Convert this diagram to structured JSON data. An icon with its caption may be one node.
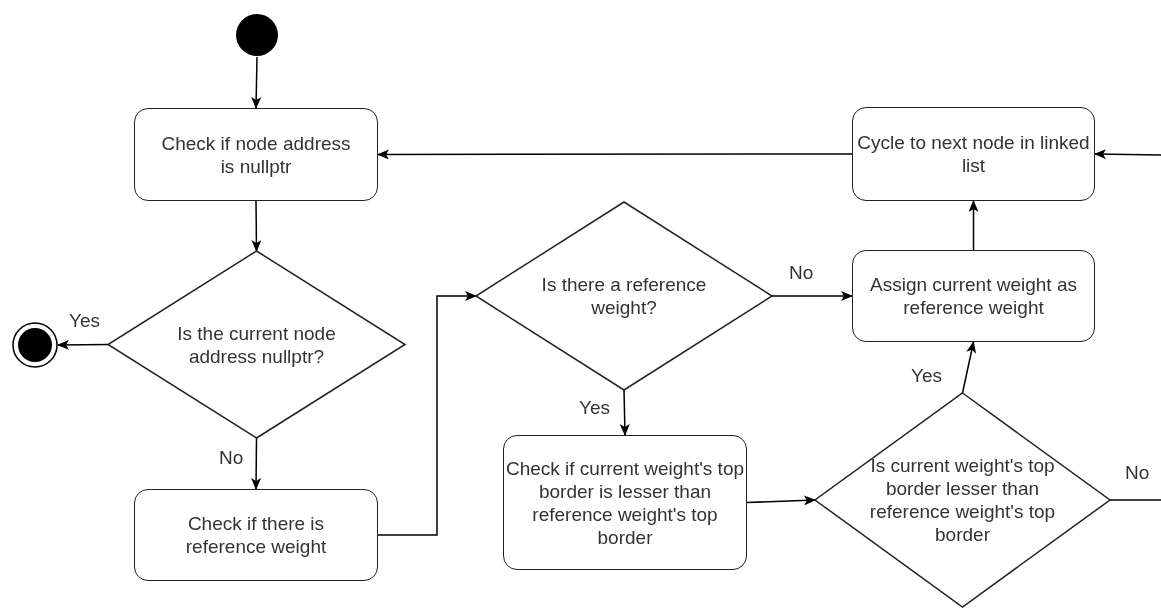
{
  "diagram": {
    "nodes": [
      {
        "text": [],
        "shape": "circle"
      },
      {
        "text": [
          "Check if node address is nullptr"
        ]
      },
      {
        "text": [
          "Is the current node address nullptr?"
        ]
      },
      {
        "text": [],
        "shape": "circle"
      },
      {
        "text": [
          "Check if there is reference weight"
        ]
      },
      {
        "text": [
          "Is there a reference weight?"
        ]
      },
      {
        "text": [
          "Check if current weight's top border is lesser than reference weight's top border"
        ]
      },
      {
        "text": [
          "Is current weight's top border lesser than reference weight's top border"
        ]
      },
      {
        "text": [
          "Assign current weight as reference weight"
        ]
      },
      {
        "text": [
          "Cycle to next node in linked list"
        ]
      }
    ],
    "edges": [
      {
        "from": 0,
        "to": 1,
        "arrow": "to"
      },
      {
        "from": 1,
        "to": 2,
        "arrow": "to"
      },
      {
        "from": 2,
        "to": 3,
        "arrow": "to",
        "label": "Yes"
      },
      {
        "from": 2,
        "to": 4,
        "arrow": "to",
        "label": "No"
      },
      {
        "from": 4,
        "to": 5,
        "arrow": "to"
      },
      {
        "from": 5,
        "to": 8,
        "arrow": "to",
        "label": "No"
      },
      {
        "from": 5,
        "to": 6,
        "arrow": "to",
        "label": "Yes"
      },
      {
        "from": 6,
        "to": 7,
        "arrow": "to"
      },
      {
        "from": 7,
        "to": 8,
        "arrow": "to",
        "label": "Yes"
      },
      {
        "from": 7,
        "to": null,
        "arrow": "none",
        "label": "No"
      },
      {
        "from": null,
        "to": 9,
        "arrow": "to"
      },
      {
        "from": 8,
        "to": 9,
        "arrow": "to"
      },
      {
        "from": 9,
        "to": 1,
        "arrow": "to"
      }
    ]
  }
}
